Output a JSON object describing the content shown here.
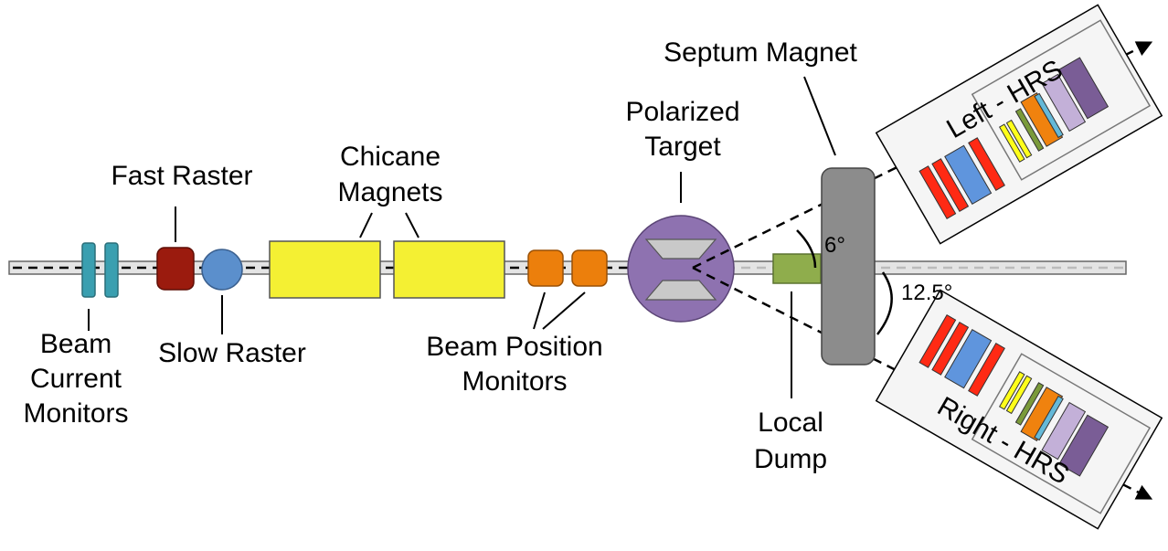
{
  "labels": {
    "beam_current_1": "Beam",
    "beam_current_2": "Current",
    "beam_current_3": "Monitors",
    "fast_raster": "Fast Raster",
    "slow_raster": "Slow Raster",
    "chicane_1": "Chicane",
    "chicane_2": "Magnets",
    "bpm_1": "Beam Position",
    "bpm_2": "Monitors",
    "target_1": "Polarized",
    "target_2": "Target",
    "septum": "Septum Magnet",
    "local_dump_1": "Local",
    "local_dump_2": "Dump",
    "angle_6": "6°",
    "angle_12": "12.5°",
    "left_hrs": "Left - HRS",
    "right_hrs": "Right - HRS"
  },
  "colors": {
    "bcm": "#3a9fb0",
    "fast_raster": "#9b1b0e",
    "slow_raster": "#5b8fcc",
    "chicane": "#f4f033",
    "bpm": "#ec7f0c",
    "target": "#8e72b0",
    "local_dump": "#8fad4c",
    "septum": "#8c8c8c",
    "detector_red": "#ff2a14",
    "detector_blue": "#5f95dd",
    "detector_yellow": "#ffff1a",
    "detector_green": "#7a9a3a",
    "detector_orange": "#f0820e",
    "detector_cyan": "#65b9d8",
    "detector_lavender": "#c3b0d8",
    "detector_purple": "#7a5d96"
  }
}
